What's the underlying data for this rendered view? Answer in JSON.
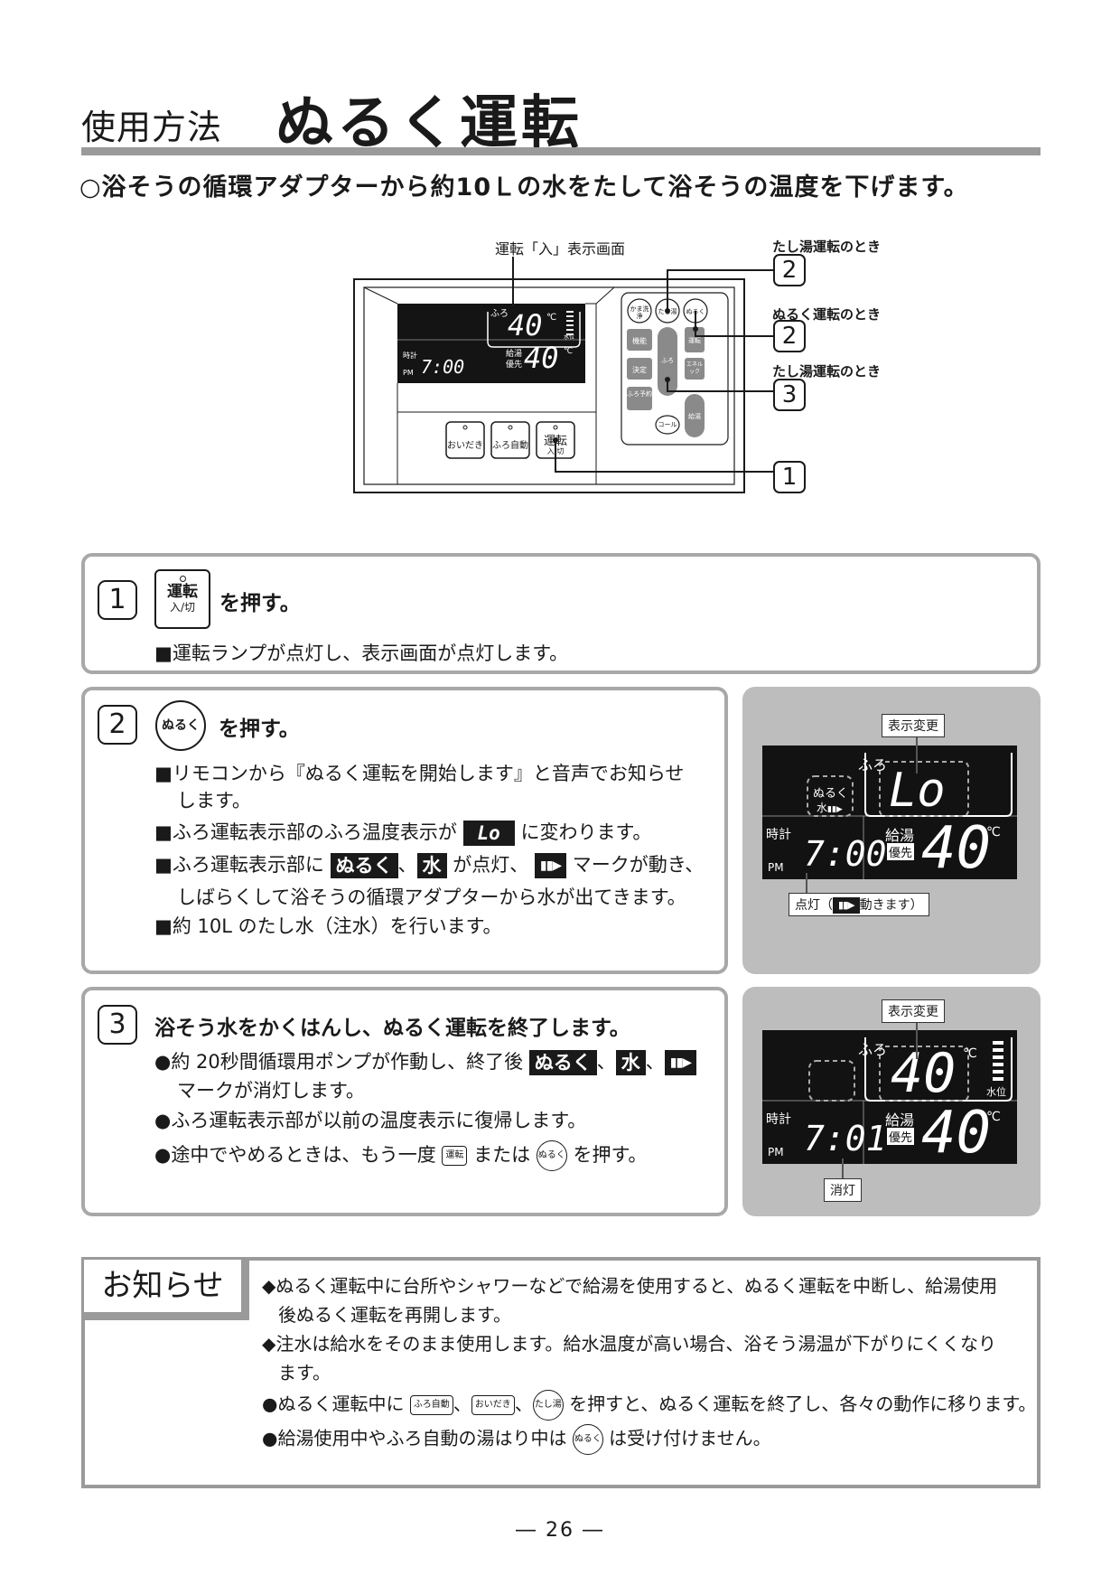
{
  "header": {
    "subtitle": "使用方法",
    "title": "ぬるく運転",
    "lead": "○浴そうの循環アダプターから約10Ｌの水をたして浴そうの温度を下げます。"
  },
  "illustration": {
    "display_label": "運転「入」表示画面",
    "callouts": [
      {
        "text": "たし湯運転のとき",
        "num": "2"
      },
      {
        "text": "ぬるく運転のとき",
        "num": "2"
      },
      {
        "text": "たし湯運転のとき",
        "num": "3"
      },
      {
        "text": "",
        "num": "1"
      }
    ],
    "lcd": {
      "furo": "ふろ",
      "bath_temp": "40",
      "deg": "℃",
      "level_small": "水位",
      "clock_lbl": "時計",
      "pm": "PM",
      "time": "7:00",
      "kyuto": "給湯",
      "yusen": "優先",
      "hot_temp": "40"
    },
    "lower_buttons": [
      "おいだき",
      "ふろ自動",
      "運転"
    ],
    "lower_buttons_sub": "入/切",
    "side_buttons": {
      "kama": "かま洗浄",
      "tashiyu": "たし湯",
      "nuruku": "ぬるく",
      "kino": "機能",
      "kettei": "決定",
      "furo_yoyaku": "ふろ予約",
      "unten": "運転",
      "eco": "エネルック",
      "furo": "ふろ",
      "kyuto": "給湯",
      "call": "コール"
    }
  },
  "steps": {
    "s1": {
      "num": "1",
      "btn_main": "運転",
      "btn_sub": "入/切",
      "action": "を押す。",
      "lines": [
        "■運転ランプが点灯し、表示画面が点灯します。"
      ]
    },
    "s2": {
      "num": "2",
      "btn": "ぬるく",
      "action": "を押す。",
      "l1a": "■リモコンから『ぬるく運転を開始します』と音声でお知らせ",
      "l1b": "します。",
      "l2a": "■ふろ運転表示部のふろ温度表示が",
      "l2lo": "Lo",
      "l2b": "に変わります。",
      "l3a": "■ふろ運転表示部に",
      "l3nuruku": "ぬるく",
      "l3sep1": "、",
      "l3mizu": "水",
      "l3b": "が点灯、",
      "l3arrow": "▮▮▶",
      "l3c": "マークが動き、",
      "l3d": "しばらくして浴そうの循環アダプターから水が出てきます。",
      "l4": "■約 10L のたし水（注水）を行います。"
    },
    "s3": {
      "num": "3",
      "head": "浴そう水をかくはんし、ぬるく運転を終了します。",
      "l1a": "●約 20秒間循環用ポンプが作動し、終了後",
      "l1nuruku": "ぬるく",
      "l1sep": "、",
      "l1mizu": "水",
      "l1sep2": "、",
      "l1arrow": "▮▮▶",
      "l1b": "マークが消灯します。",
      "l2": "●ふろ運転表示部が以前の温度表示に復帰します。",
      "l3a": "●途中でやめるときは、もう一度",
      "l3btn": "運転",
      "l3mid": "または",
      "l3round": "ぬるく",
      "l3b": "を押す。"
    }
  },
  "panel2": {
    "tag_top": "表示変更",
    "furo": "ふろ",
    "nuruku": "ぬるく",
    "mizu": "水",
    "arrow": "▮▮▶",
    "lo": "Lo",
    "clock_lbl": "時計",
    "pm": "PM",
    "time": "7:00",
    "kyuto": "給湯",
    "yusen": "優先",
    "hot_temp": "40",
    "deg": "℃",
    "tag_bottom_a": "点灯（",
    "tag_bottom_arrow": "▮▮▶",
    "tag_bottom_b": "動きます）"
  },
  "panel3": {
    "tag_top": "表示変更",
    "furo": "ふろ",
    "bath_temp": "40",
    "deg": "℃",
    "level": "水位",
    "clock_lbl": "時計",
    "pm": "PM",
    "time": "7:01",
    "kyuto": "給湯",
    "yusen": "優先",
    "hot_temp": "40",
    "tag_bottom": "消灯"
  },
  "notice": {
    "tag": "お知らせ",
    "l1": "◆ぬるく運転中に台所やシャワーなどで給湯を使用すると、ぬるく運転を中断し、給湯使用",
    "l1b": "後ぬるく運転を再開します。",
    "l2": "◆注水は給水をそのまま使用します。給水温度が高い場合、浴そう湯温が下がりにくくなり",
    "l2b": "ます。",
    "l3a": "●ぬるく運転中に",
    "l3btn1": "ふろ自動",
    "l3sep1": "、",
    "l3btn2": "おいだき",
    "l3sep2": "、",
    "l3btn3": "たし湯",
    "l3b": "を押すと、ぬるく運転を終了し、各々の動作に移ります。",
    "l4a": "●給湯使用中やふろ自動の湯はり中は",
    "l4btn": "ぬるく",
    "l4b": "は受け付けません。"
  },
  "page": "― 26 ―"
}
